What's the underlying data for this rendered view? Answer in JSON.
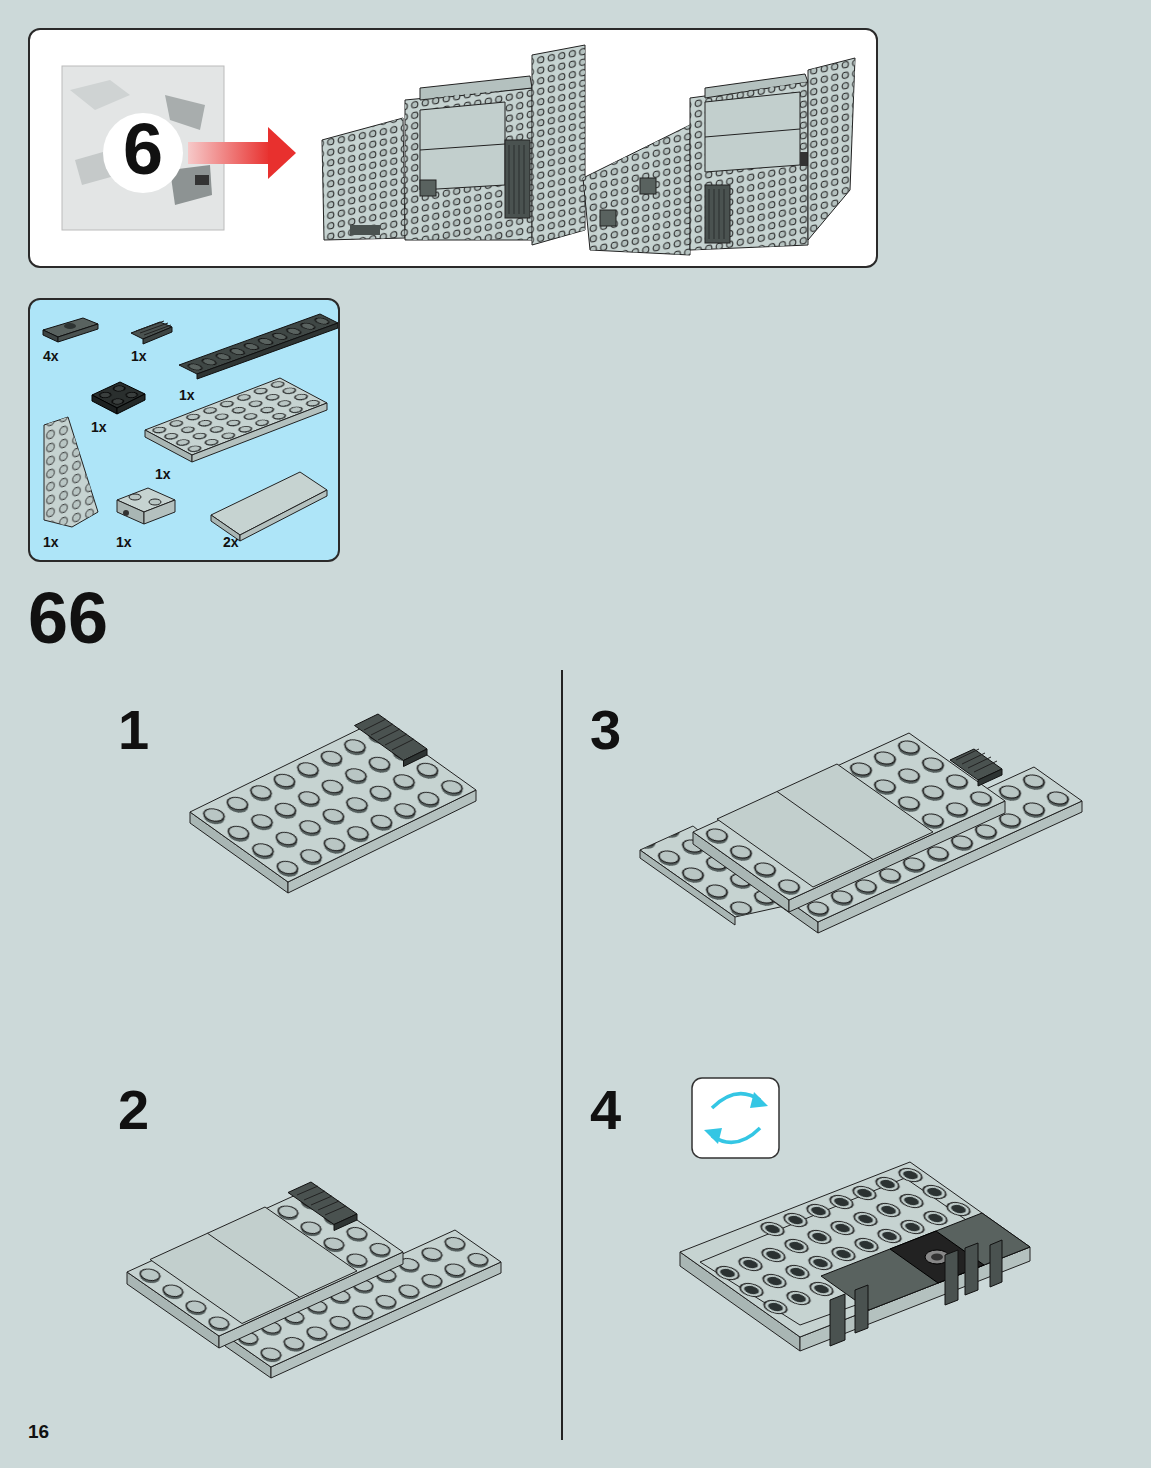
{
  "diagram": {
    "nodes": [
      {
        "text": [
          "6"
        ]
      },
      {
        "text": [
          "4x",
          "1x",
          "1x",
          "1x",
          "1x",
          "1x",
          "1x",
          "2x"
        ]
      }
    ],
    "labels": [
      "66",
      "1",
      "2",
      "3",
      "4",
      "16"
    ]
  }
}
